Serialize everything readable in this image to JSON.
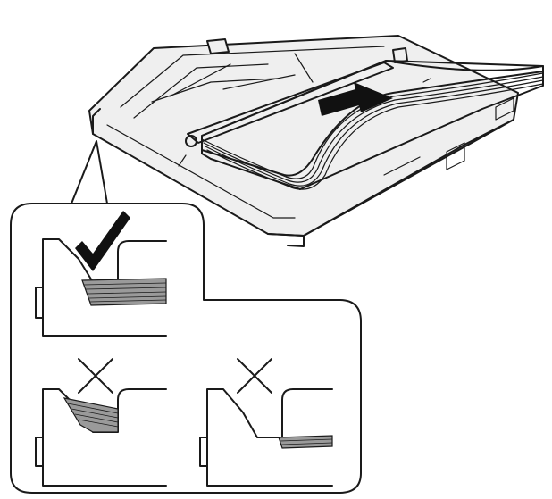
{
  "colors": {
    "outline": "#1a1a1a",
    "paper": "#c8c8c8",
    "paper_stack": "#a9a9a9",
    "tray": "#f4f4f4",
    "arrow": "#111111",
    "background": "#ffffff"
  },
  "figure": {
    "main_illustration": "paper-tray-with-paper-stack",
    "insert_arrow": "push-arrow-icon",
    "detail_callout": "paper-guide-detail-callout",
    "panels": [
      {
        "name": "correct-guide-position",
        "status_icon": "check-icon",
        "stack_level": "below-guide-tab"
      },
      {
        "name": "overfilled-stack",
        "status_icon": "cross-icon",
        "stack_level": "above-guide-tab"
      },
      {
        "name": "stack-below-guide",
        "status_icon": "cross-icon",
        "stack_level": "not-touching-guide"
      }
    ]
  }
}
